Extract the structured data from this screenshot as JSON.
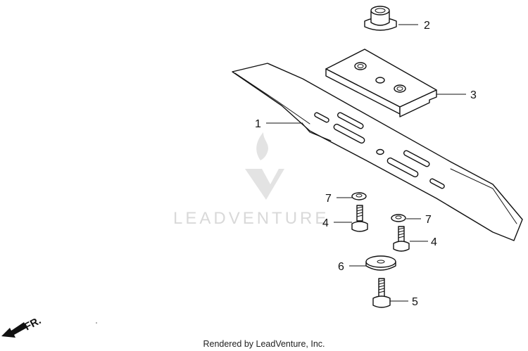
{
  "watermark": {
    "text": "LEADVENTURE",
    "logo": "leadventure-flame-logo"
  },
  "direction": {
    "label": "FR.",
    "icon": "front-arrow-icon"
  },
  "callouts": {
    "c1": "1",
    "c2": "2",
    "c3": "3",
    "c4a": "4",
    "c4b": "4",
    "c5": "5",
    "c6": "6",
    "c7a": "7",
    "c7b": "7"
  },
  "footer": {
    "text": "Rendered by LeadVenture, Inc."
  }
}
